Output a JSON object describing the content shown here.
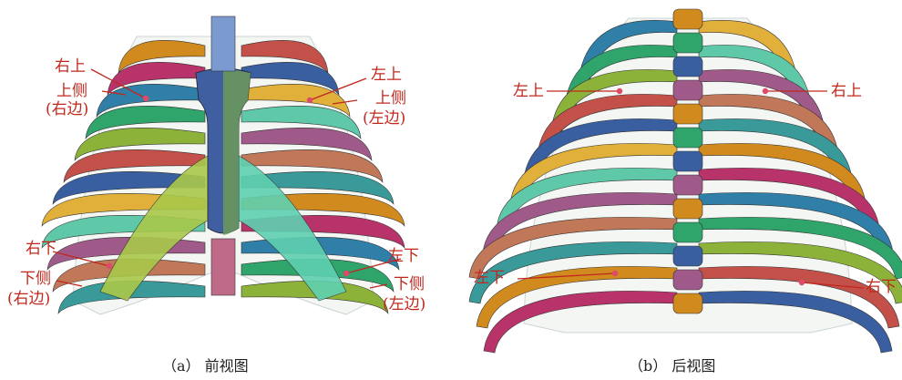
{
  "panels": [
    {
      "caption_letter": "（a）",
      "caption_title": "前视图",
      "labels": {
        "right_upper": "右上",
        "upper_side_1": "上侧",
        "upper_side_2": "(右边)",
        "left_upper": "左上",
        "upper_side_left_1": "上侧",
        "upper_side_left_2": "(左边)",
        "right_lower": "右下",
        "lower_side_1": "下侧",
        "lower_side_2": "(右边)",
        "left_lower": "左下",
        "lower_side_left_1": "下侧",
        "lower_side_left_2": "(左边)"
      }
    },
    {
      "caption_letter": "（b）",
      "caption_title": "后视图",
      "labels": {
        "left_upper": "左上",
        "right_upper": "右上",
        "left_lower": "左下",
        "right_lower": "右下"
      }
    }
  ],
  "colors": {
    "label_red": "#c0281e",
    "rib_palette": [
      "#d08a1e",
      "#b8336a",
      "#2f7fa8",
      "#2fa56b",
      "#8cb23a",
      "#c4504a",
      "#3a5fa0",
      "#e0b03a",
      "#5fc8a8",
      "#a05a8a",
      "#c07858",
      "#3a9a9a"
    ],
    "sternum": "#3f5fa0"
  }
}
